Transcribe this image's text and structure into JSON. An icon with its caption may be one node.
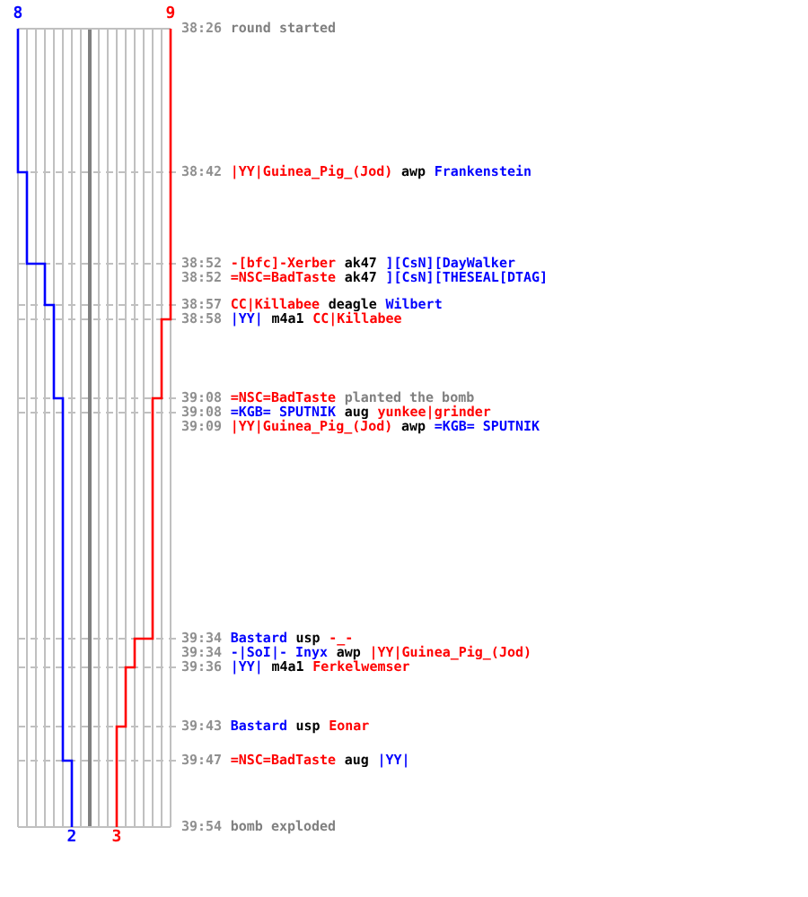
{
  "diagram": {
    "labels": [
      "8",
      "9",
      "38:26",
      "round started",
      "38:42",
      "|YY|Guinea_Pig_(Jod)",
      "awp",
      "Frankenstein",
      "38:52",
      "-[bfc]-Xerber",
      "ak47",
      "][CsN][DayWalker",
      "38:52",
      "=NSC=BadTaste",
      "ak47",
      "][CsN][THESEAL[DTAG]",
      "38:57",
      "CC|Killabee",
      "deagle",
      "Wilbert",
      "38:58",
      "|YY|",
      "m4a1",
      "CC|Killabee",
      "39:08",
      "=NSC=BadTaste",
      "planted the bomb",
      "39:08",
      "=KGB= SPUTNIK",
      "aug",
      "yunkee|grinder",
      "39:09",
      "|YY|Guinea_Pig_(Jod)",
      "awp",
      "=KGB= SPUTNIK",
      "39:34",
      "Bastard",
      "usp",
      "-_-",
      "39:34",
      "-|SoI|- Inyx",
      "awp",
      "|YY|Guinea_Pig_(Jod)",
      "39:36",
      "|YY|",
      "m4a1",
      "Ferkelwemser",
      "39:43",
      "Bastard",
      "usp",
      "Eonar",
      "39:47",
      "=NSC=BadTaste",
      "aug",
      "|YY|",
      "39:54",
      "bomb exploded",
      "2",
      "3"
    ]
  }
}
